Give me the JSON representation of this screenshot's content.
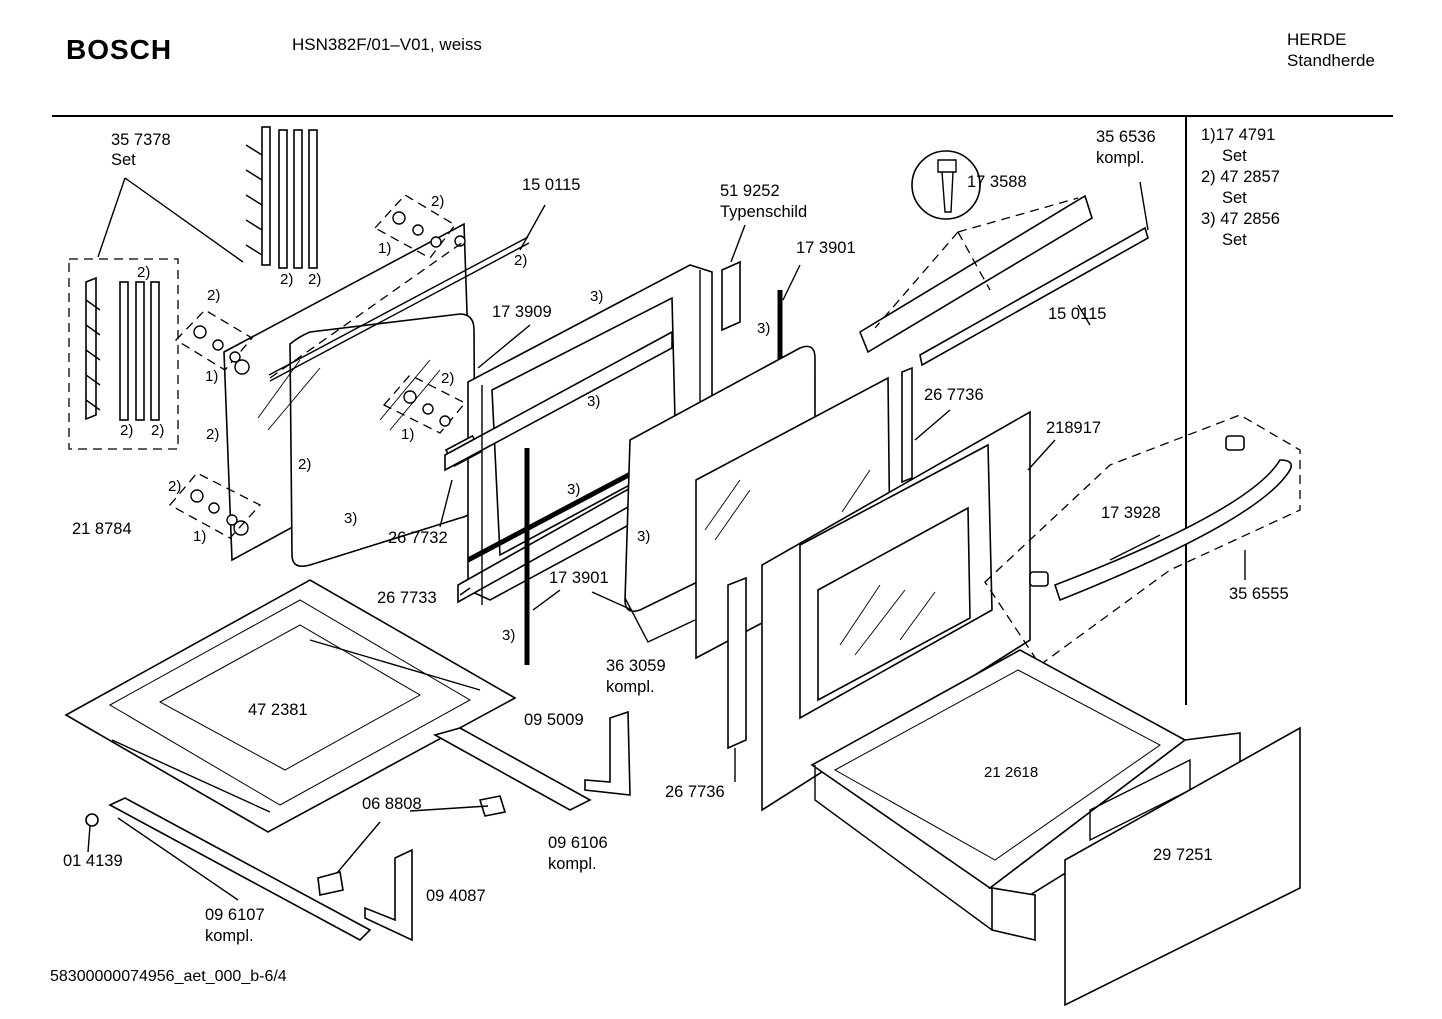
{
  "header": {
    "brand": "BOSCH",
    "model": "HSN382F/01–V01, weiss",
    "category": "HERDE",
    "subcategory": "Standherde"
  },
  "legend": [
    {
      "line1": "1)17 4791",
      "line2": "Set"
    },
    {
      "line1": "2) 47 2857",
      "line2": "Set"
    },
    {
      "line1": "3) 47 2856",
      "line2": "Set"
    }
  ],
  "parts": {
    "p357378": {
      "number": "35 7378",
      "note": "Set"
    },
    "p150115a": {
      "number": "15 0115"
    },
    "p519252": {
      "number": "51 9252",
      "note": "Typenschild"
    },
    "p173901a": {
      "number": "17 3901"
    },
    "p173588": {
      "number": "17 3588"
    },
    "p356536": {
      "number": "35 6536",
      "note": "kompl."
    },
    "p150115b": {
      "number": "15 0115"
    },
    "p173909": {
      "number": "17 3909"
    },
    "p267736a": {
      "number": "26 7736"
    },
    "p218917": {
      "number": "218917"
    },
    "p173928": {
      "number": "17 3928"
    },
    "p356555": {
      "number": "35 6555"
    },
    "p218784": {
      "number": "21 8784"
    },
    "p267732": {
      "number": "26 7732"
    },
    "p267733": {
      "number": "26 7733"
    },
    "p173901b": {
      "number": "17 3901"
    },
    "p363059": {
      "number": "36 3059",
      "note": "kompl."
    },
    "p472381": {
      "number": "47 2381"
    },
    "p095009": {
      "number": "09 5009"
    },
    "p267736b": {
      "number": "26 7736"
    },
    "p212618": {
      "number": "21 2618"
    },
    "p297251": {
      "number": "29 7251"
    },
    "p068808": {
      "number": "06 8808"
    },
    "p096106": {
      "number": "09 6106",
      "note": "kompl."
    },
    "p014139": {
      "number": "01 4139"
    },
    "p094087": {
      "number": "09 4087"
    },
    "p096107": {
      "number": "09 6107",
      "note": "kompl."
    }
  },
  "set_markers": {
    "one": "1)",
    "two": "2)",
    "three": "3)"
  },
  "footer": {
    "doc_id": "58300000074956_aet_000_b-6/4"
  }
}
